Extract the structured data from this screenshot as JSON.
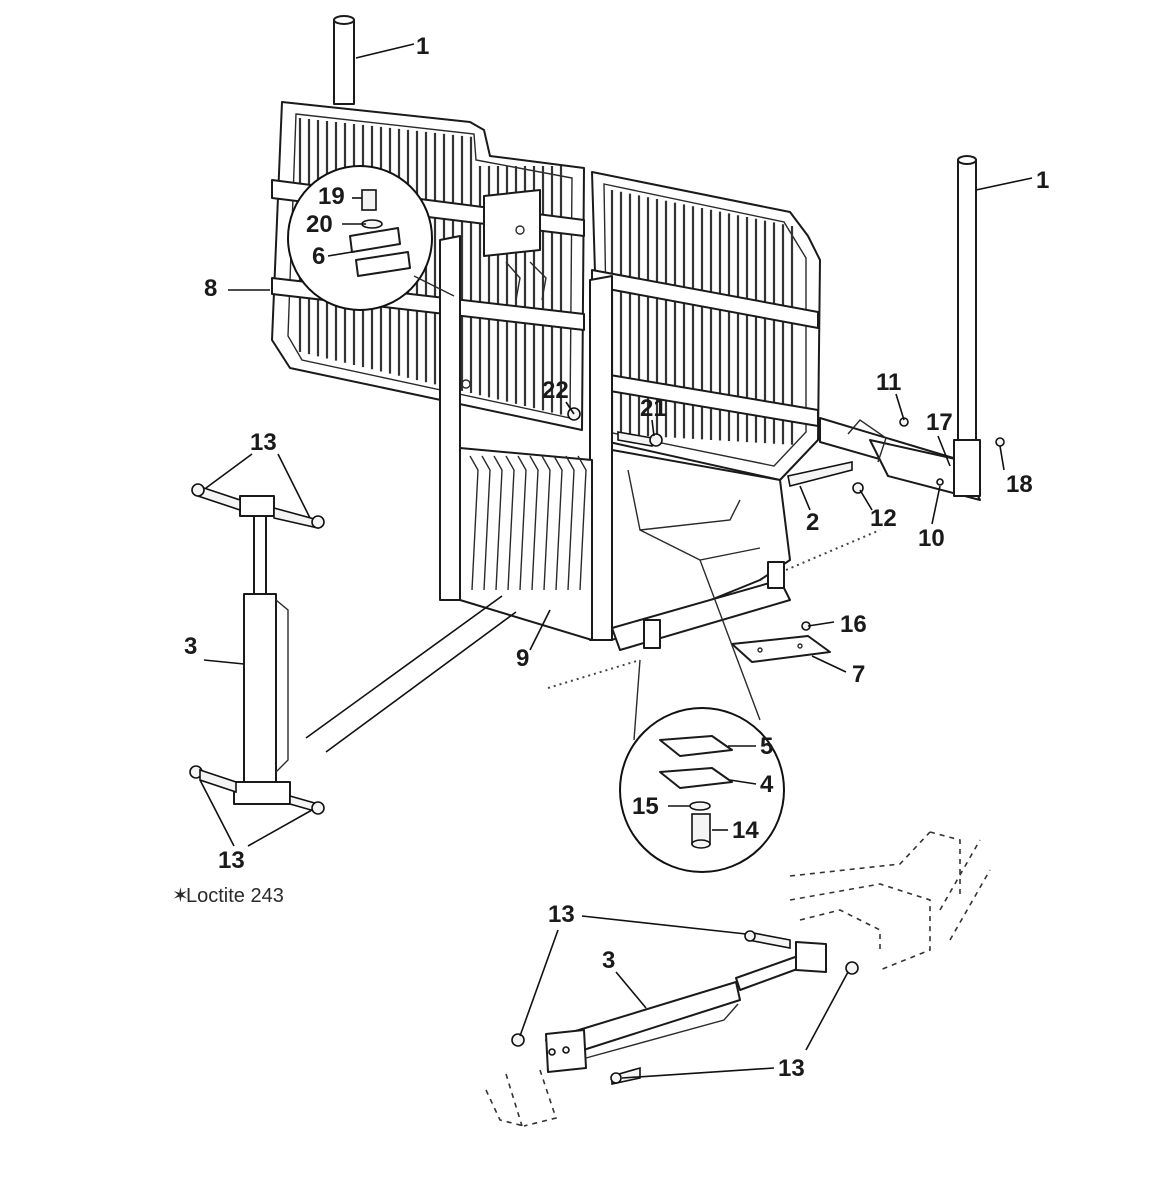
{
  "callouts": {
    "c1_top": "1",
    "c1_right": "1",
    "c2": "2",
    "c3_left": "3",
    "c3_bottom": "3",
    "c4": "4",
    "c5": "5",
    "c6": "6",
    "c7": "7",
    "c8": "8",
    "c9": "9",
    "c10": "10",
    "c11": "11",
    "c12": "12",
    "c13_left_top": "13",
    "c13_left_bottom": "13",
    "c13_bottom_a": "13",
    "c13_bottom_b": "13",
    "c14": "14",
    "c15": "15",
    "c16": "16",
    "c17": "17",
    "c18": "18",
    "c19": "19",
    "c20": "20",
    "c21": "21",
    "c22": "22"
  },
  "note": {
    "loctite_symbol": "✶",
    "loctite_text": "Loctite 243"
  }
}
